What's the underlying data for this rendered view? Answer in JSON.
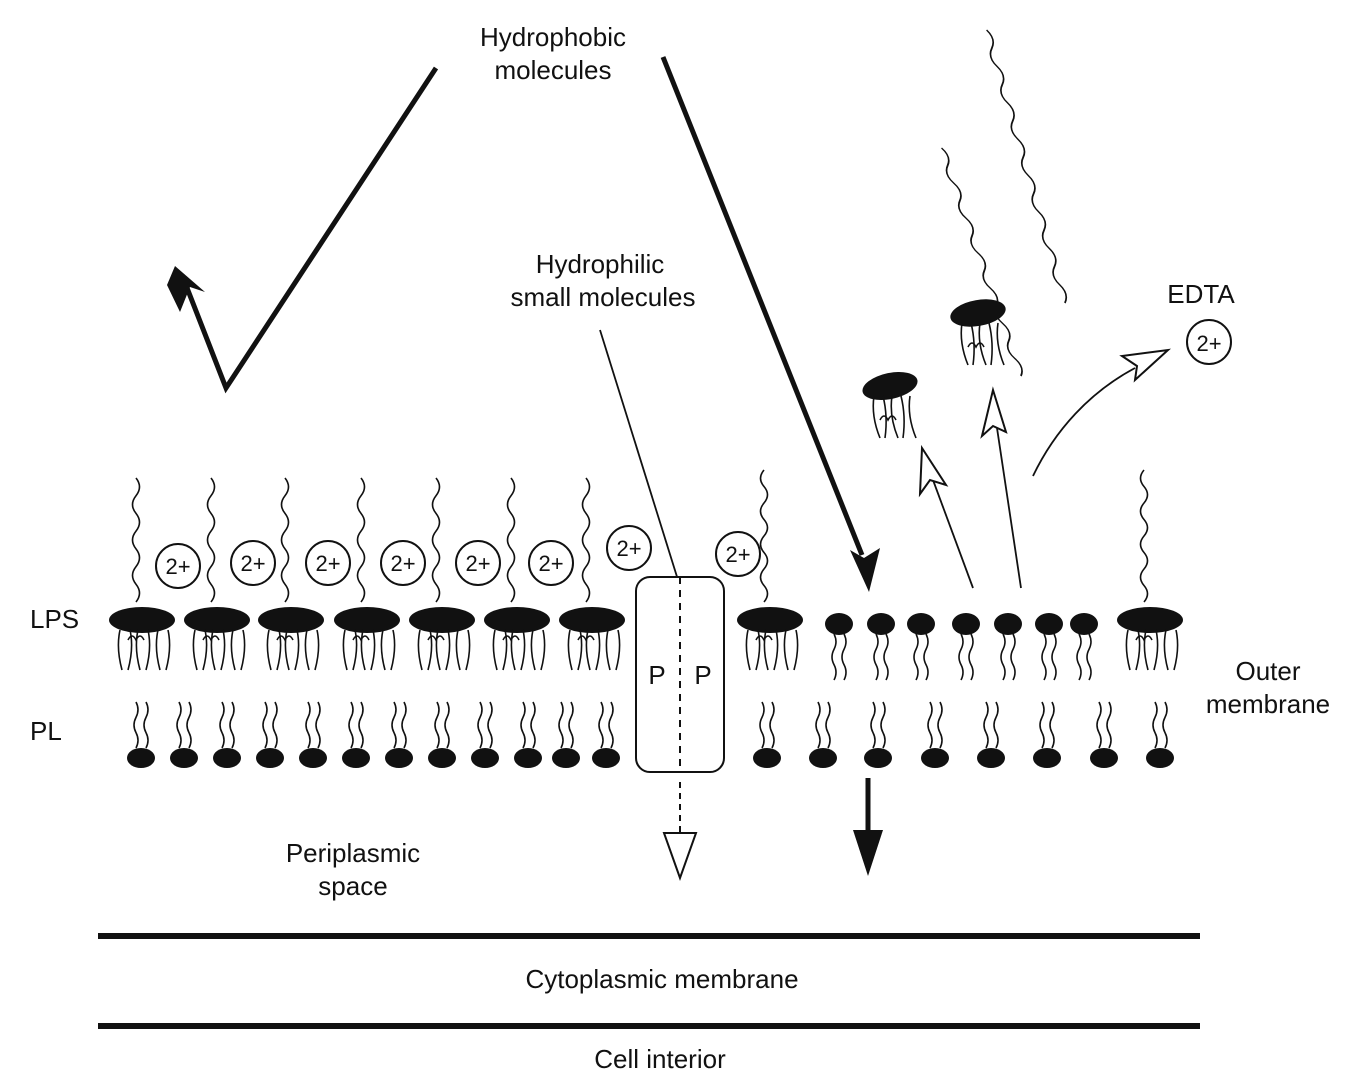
{
  "labels": {
    "hydrophobic": [
      "Hydrophobic",
      "molecules"
    ],
    "hydrophilic": [
      "Hydrophilic",
      "small molecules"
    ],
    "edta": "EDTA",
    "lps": "LPS",
    "pl": "PL",
    "outer_membrane": [
      "Outer",
      "membrane"
    ],
    "periplasmic_space": [
      "Periplasmic",
      "space"
    ],
    "cytoplasmic_membrane": "Cytoplasmic membrane",
    "cell_interior": "Cell interior",
    "porin_letter": "P",
    "cation": "2+"
  },
  "colors": {
    "ink": "#111111",
    "background": "#ffffff"
  }
}
